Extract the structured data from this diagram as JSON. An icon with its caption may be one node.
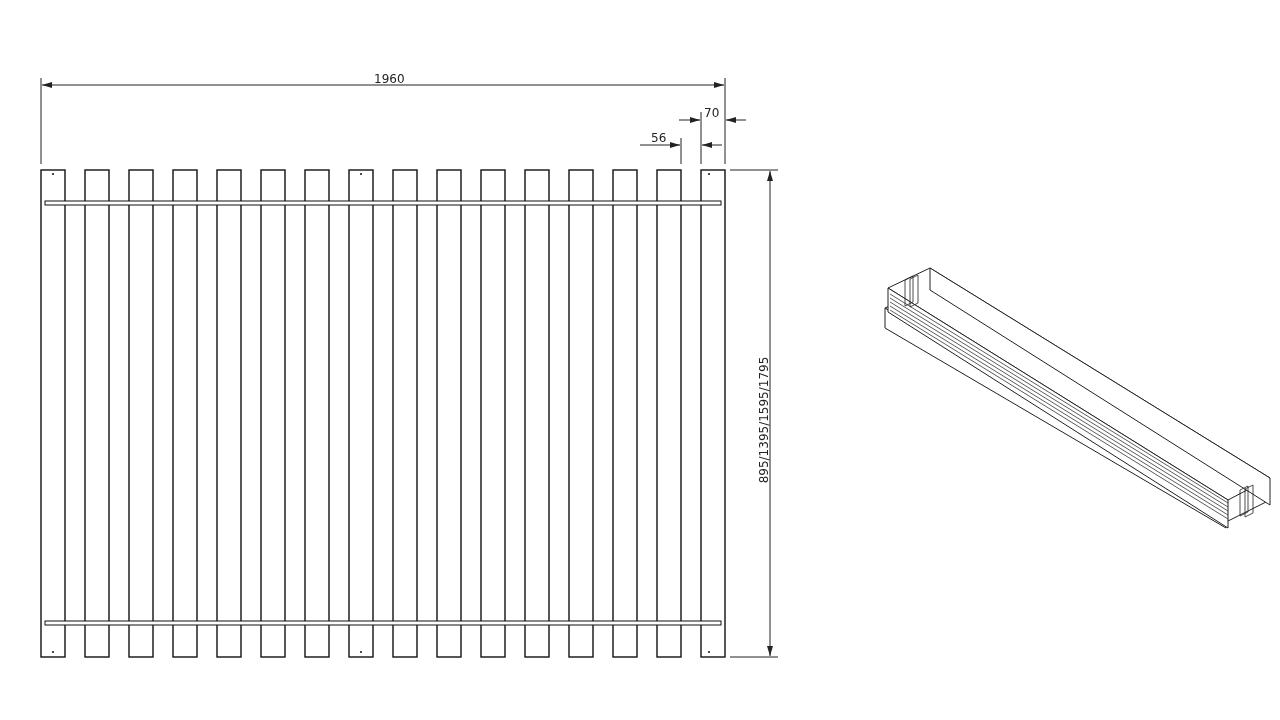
{
  "diagram": {
    "labels": [
      "1960",
      "70",
      "56",
      "895/1395/1595/1795"
    ]
  }
}
